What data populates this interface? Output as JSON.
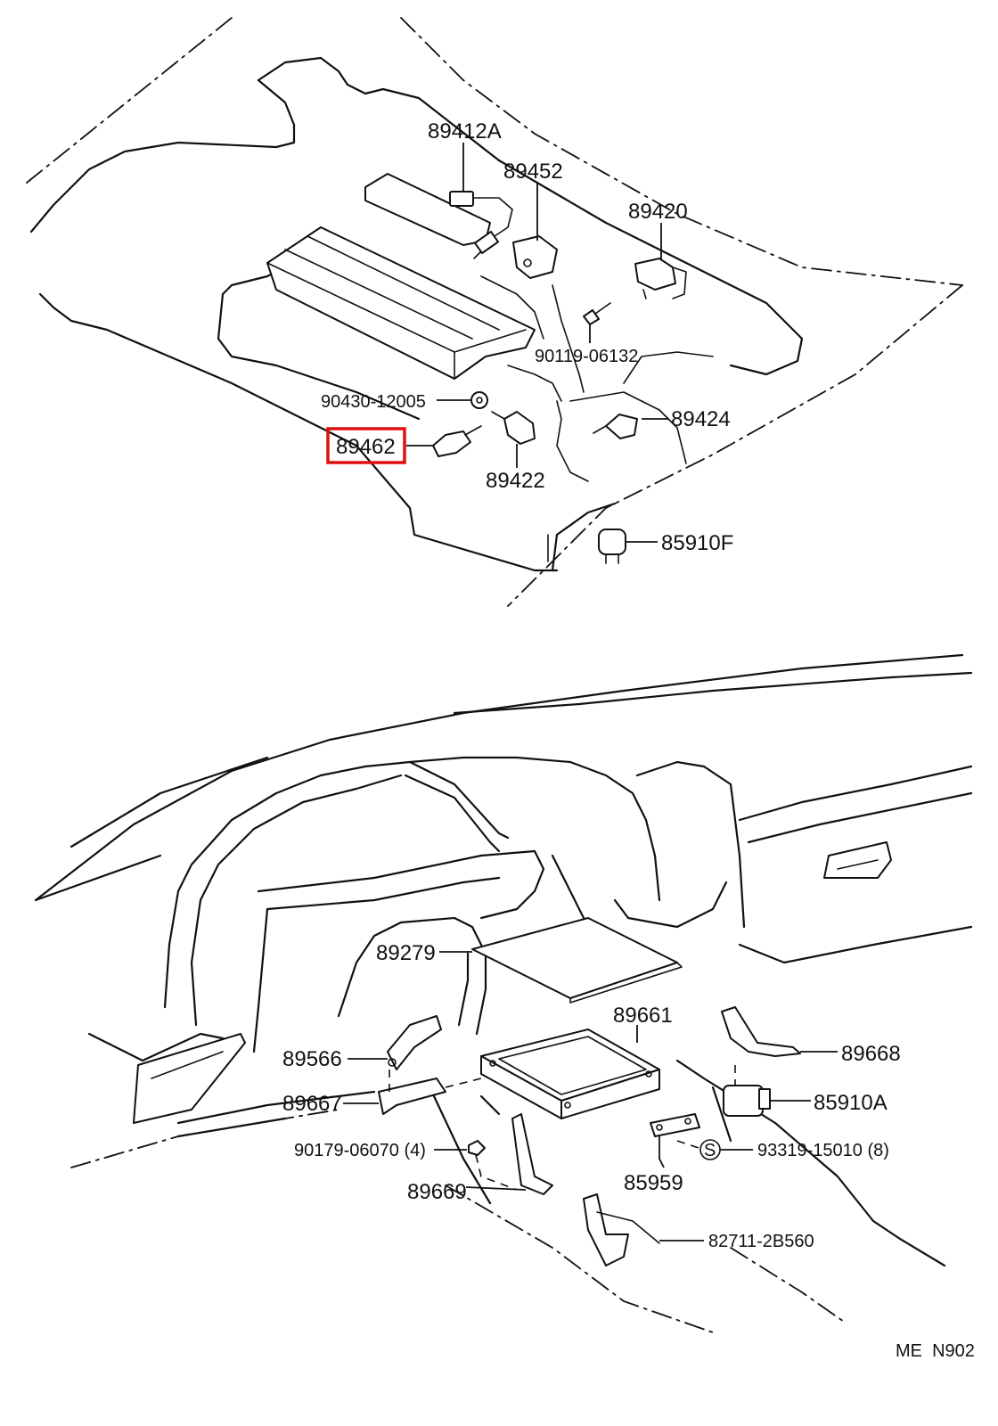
{
  "labels": {
    "p89412A": "89412A",
    "p89452": "89452",
    "p89420": "89420",
    "p90119": "90119-06132",
    "p90430": "90430-12005",
    "p89424": "89424",
    "p89462": "89462",
    "p89422": "89422",
    "p85910F": "85910F",
    "p89279": "89279",
    "p89661": "89661",
    "p89566": "89566",
    "p89668": "89668",
    "p89667": "89667",
    "p85910A": "85910A",
    "p90179": "90179-06070 (4)",
    "p93319": "93319-15010 (8)",
    "p89669": "89669",
    "p85959": "85959",
    "p82711": "82711-2B560",
    "symbol_s": "S",
    "ref_code": "ME  N902"
  },
  "highlight": {
    "part": "89462",
    "color": "#e01010"
  }
}
